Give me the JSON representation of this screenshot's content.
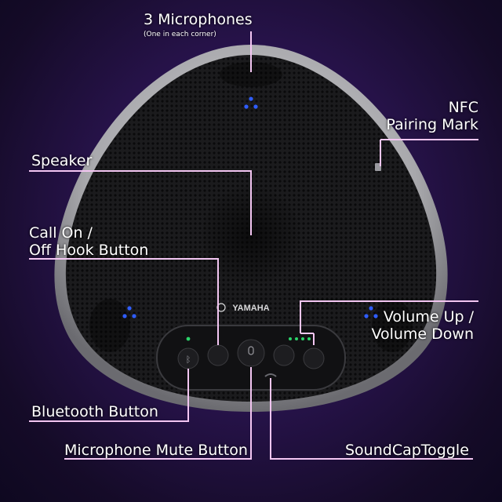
{
  "labels": {
    "microphones_title": "3 Microphones",
    "microphones_sub": "(One in each corner)",
    "nfc": "NFC\nPairing Mark",
    "speaker": "Speaker",
    "call_button": "Call On /\nOff Hook Button",
    "volume": "Volume Up /\nVolume Down",
    "bluetooth": "Bluetooth Button",
    "mic_mute": "Microphone Mute Button",
    "soundcap": "SoundCapToggle"
  },
  "brand": "YAMAHA",
  "colors": {
    "callout_line": "#f3c6f2",
    "mic_led": "#2f5dff",
    "status_led": "#2bd46a",
    "background": "#2a1450"
  }
}
